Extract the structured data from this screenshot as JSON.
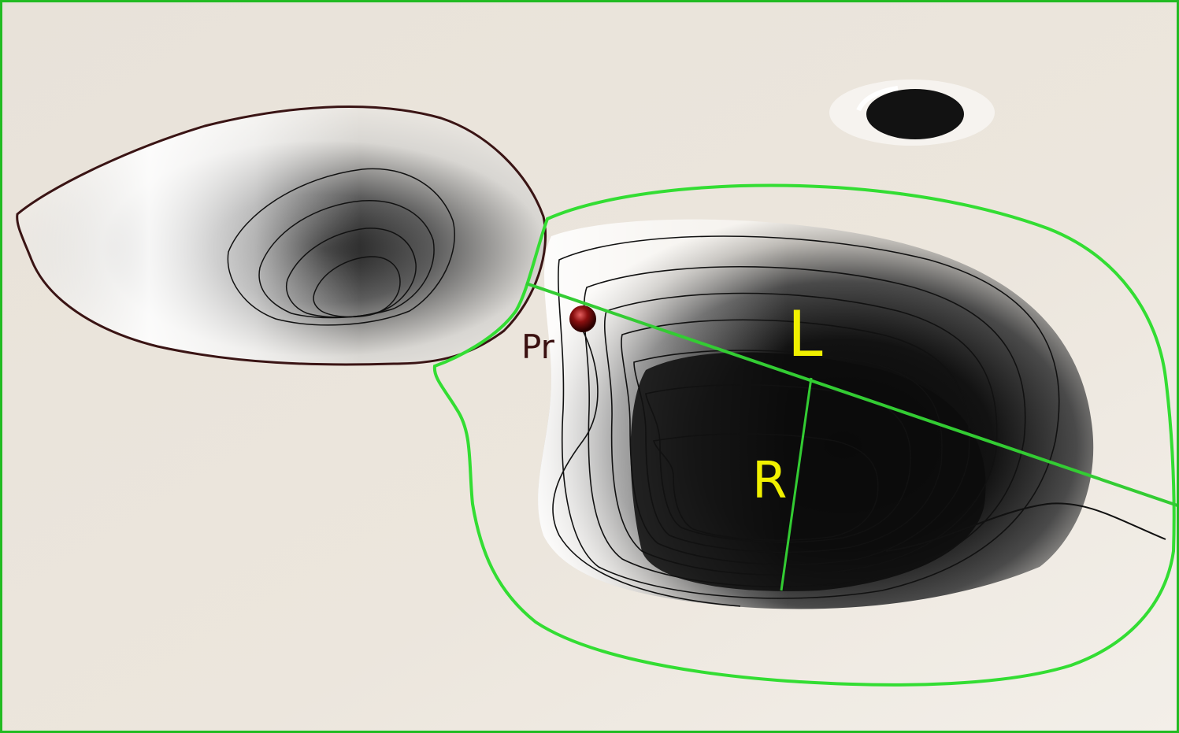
{
  "labels": {
    "length": "L",
    "radius": "R",
    "probe": "Pr"
  },
  "colors": {
    "frame": "#22bb22",
    "boundary": "#33dd33",
    "measure_line": "#33cc33",
    "label_text": "#f0f000",
    "probe_label": "#3a1010",
    "contour": "#111111",
    "surface": "#ece6de",
    "probe_sphere": "#7a0a0a"
  }
}
